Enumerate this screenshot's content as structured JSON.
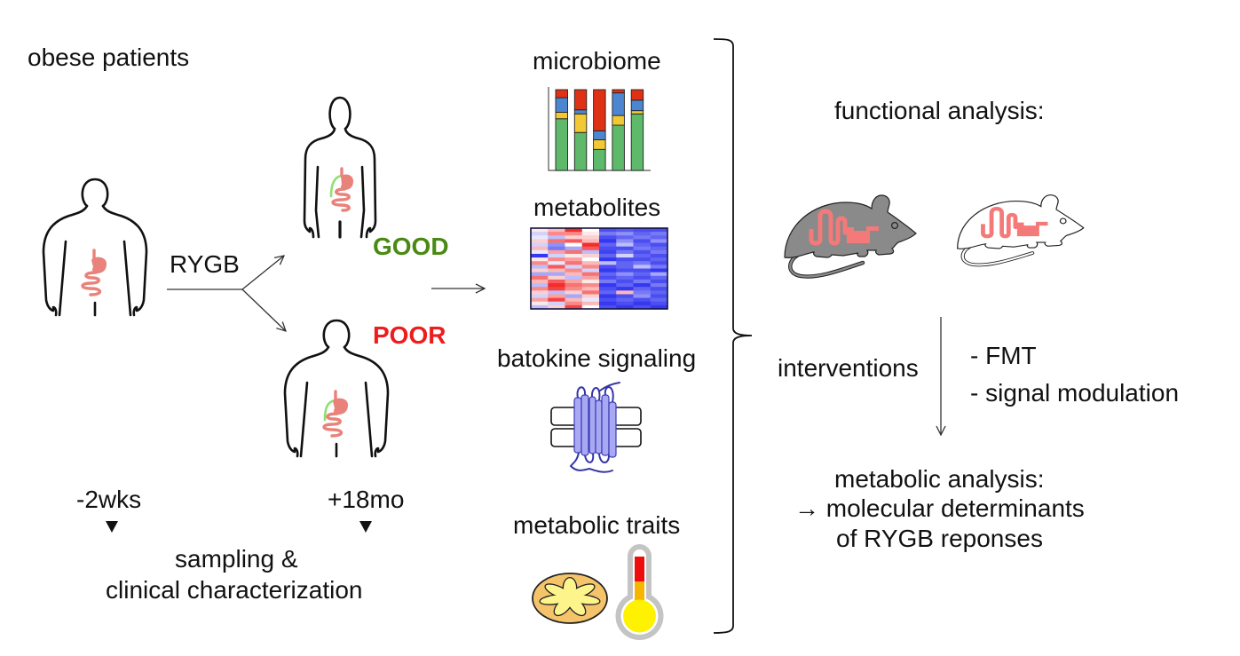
{
  "patients": {
    "title": "obese patients",
    "procedure_label": "RYGB",
    "outcome_good": "GOOD",
    "outcome_poor": "POOR"
  },
  "timeline": {
    "before": "-2wks",
    "after": "+18mo",
    "sampling_line1": "sampling &",
    "sampling_line2": "clinical characterization"
  },
  "omics": {
    "microbiome": {
      "label": "microbiome",
      "segment_order": [
        "green",
        "yellow",
        "blue",
        "red"
      ],
      "bars": [
        [
          0.64,
          0.08,
          0.18,
          0.1
        ],
        [
          0.47,
          0.23,
          0.05,
          0.25
        ],
        [
          0.26,
          0.12,
          0.11,
          0.51
        ],
        [
          0.56,
          0.12,
          0.28,
          0.04
        ],
        [
          0.7,
          0.04,
          0.13,
          0.13
        ]
      ]
    },
    "metabolites": {
      "label": "metabolites",
      "heatmap": [
        [
          0.1,
          0.3,
          0.9,
          0.0,
          -0.8,
          -0.75,
          -0.8,
          -0.8
        ],
        [
          -0.2,
          0.5,
          0.5,
          0.1,
          -0.6,
          -0.5,
          -0.7,
          -0.6
        ],
        [
          -0.1,
          -0.3,
          0.2,
          0.2,
          -0.8,
          -0.7,
          -0.6,
          -0.7
        ],
        [
          0.2,
          0.6,
          0.7,
          0.3,
          -0.9,
          -0.5,
          -0.8,
          -0.5
        ],
        [
          -0.2,
          -0.5,
          0.0,
          0.9,
          -0.7,
          -0.3,
          -0.7,
          -0.8
        ],
        [
          0.3,
          -0.6,
          -0.4,
          0.7,
          -0.8,
          -0.8,
          -0.6,
          -0.7
        ],
        [
          -0.1,
          0.4,
          0.6,
          -0.3,
          -0.85,
          -0.6,
          -0.8,
          -0.6
        ],
        [
          -0.9,
          -0.2,
          0.1,
          0.2,
          -0.7,
          -0.2,
          -0.7,
          -0.8
        ],
        [
          0.1,
          0.5,
          0.4,
          0.0,
          -0.9,
          -0.8,
          -0.8,
          -0.7
        ],
        [
          0.5,
          -0.1,
          0.6,
          0.3,
          -0.3,
          -0.7,
          -0.6,
          -0.8
        ],
        [
          -0.3,
          0.7,
          -0.2,
          0.5,
          -0.8,
          -0.7,
          -0.3,
          -0.6
        ],
        [
          0.2,
          0.3,
          0.5,
          -0.2,
          -0.9,
          -0.8,
          -0.8,
          -0.9
        ],
        [
          -0.4,
          -0.4,
          0.3,
          0.6,
          -0.7,
          -0.5,
          -0.7,
          -0.4
        ],
        [
          0.6,
          0.2,
          -0.3,
          0.4,
          -0.8,
          -0.7,
          -0.8,
          -0.7
        ],
        [
          0.3,
          0.7,
          0.4,
          0.1,
          -0.6,
          -0.8,
          -0.6,
          -0.8
        ],
        [
          -0.3,
          0.9,
          0.6,
          0.5,
          -0.9,
          -0.7,
          -0.9,
          -0.6
        ],
        [
          0.5,
          0.8,
          0.5,
          0.3,
          -0.8,
          -0.9,
          -0.7,
          -0.8
        ],
        [
          0.2,
          -0.3,
          0.2,
          0.6,
          -0.7,
          0.3,
          -0.6,
          -0.7
        ],
        [
          -0.2,
          0.4,
          -0.4,
          0.2,
          -0.9,
          -0.8,
          -0.5,
          -0.8
        ],
        [
          0.4,
          0.8,
          0.3,
          -0.1,
          -0.8,
          -0.7,
          -0.8,
          -0.7
        ],
        [
          0.1,
          -0.2,
          0.5,
          0.3,
          -0.9,
          -0.8,
          -0.9,
          -0.8
        ],
        [
          -0.3,
          0.2,
          0.8,
          0.0,
          -0.8,
          -0.9,
          -0.8,
          -0.9
        ]
      ]
    },
    "batokine": {
      "label": "batokine signaling"
    },
    "traits": {
      "label": "metabolic traits"
    }
  },
  "functional": {
    "title": "functional analysis:",
    "interventions_label": "interventions",
    "interventions": [
      "- FMT",
      "- signal modulation"
    ],
    "outcome": [
      "metabolic analysis:",
      "→ molecular determinants",
      "of RYGB reponses"
    ]
  },
  "colors": {
    "good": "#4a8a14",
    "poor": "#ee1c1c",
    "gut": "#e9827a",
    "bypass": "#8fe074",
    "taxa": {
      "green": "#5fb96a",
      "yellow": "#f3c933",
      "blue": "#4d86d0",
      "red": "#df3114"
    },
    "heat_low": "#1e22ee",
    "heat_mid": "#ffffff",
    "heat_high": "#f21414"
  }
}
